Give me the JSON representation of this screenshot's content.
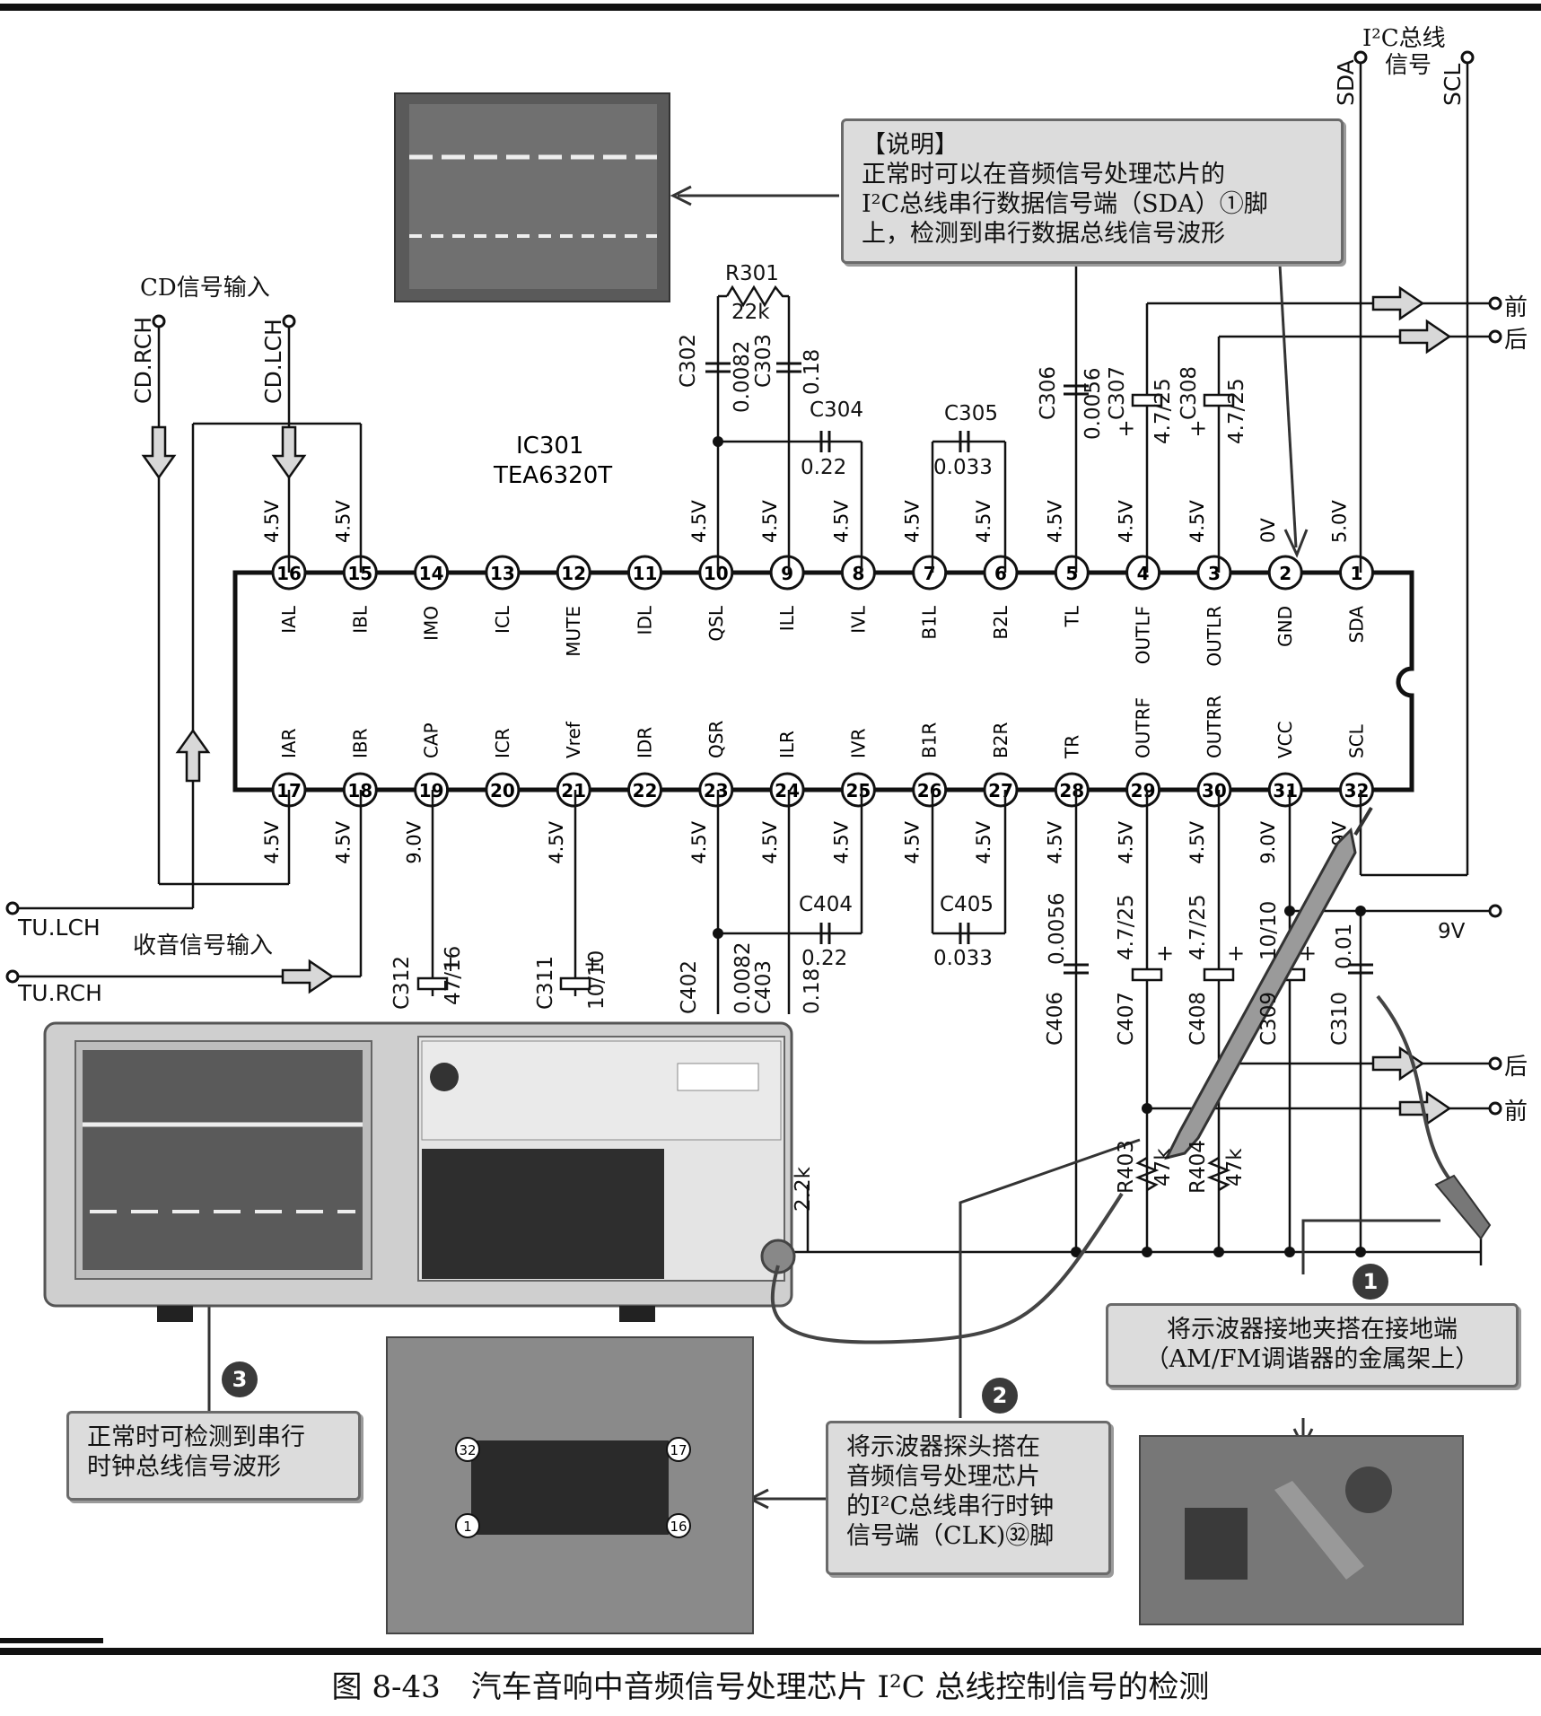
{
  "ic": {
    "name": "IC301",
    "part": "TEA6320T"
  },
  "top_pins": [
    {
      "num": "16",
      "name": "IAL",
      "v": "4.5V"
    },
    {
      "num": "15",
      "name": "IBL",
      "v": "4.5V"
    },
    {
      "num": "14",
      "name": "IMO",
      "v": ""
    },
    {
      "num": "13",
      "name": "ICL",
      "v": ""
    },
    {
      "num": "12",
      "name": "MUTE",
      "v": ""
    },
    {
      "num": "11",
      "name": "IDL",
      "v": ""
    },
    {
      "num": "10",
      "name": "QSL",
      "v": "4.5V"
    },
    {
      "num": "9",
      "name": "ILL",
      "v": "4.5V"
    },
    {
      "num": "8",
      "name": "IVL",
      "v": "4.5V"
    },
    {
      "num": "7",
      "name": "B1L",
      "v": "4.5V"
    },
    {
      "num": "6",
      "name": "B2L",
      "v": "4.5V"
    },
    {
      "num": "5",
      "name": "TL",
      "v": "4.5V"
    },
    {
      "num": "4",
      "name": "OUTLF",
      "v": "4.5V"
    },
    {
      "num": "3",
      "name": "OUTLR",
      "v": "4.5V"
    },
    {
      "num": "2",
      "name": "GND",
      "v": "0V"
    },
    {
      "num": "1",
      "name": "SDA",
      "v": "5.0V"
    }
  ],
  "bottom_pins": [
    {
      "num": "17",
      "name": "IAR",
      "v": "4.5V"
    },
    {
      "num": "18",
      "name": "IBR",
      "v": "4.5V"
    },
    {
      "num": "19",
      "name": "CAP",
      "v": "9.0V"
    },
    {
      "num": "20",
      "name": "ICR",
      "v": ""
    },
    {
      "num": "21",
      "name": "Vref",
      "v": "4.5V"
    },
    {
      "num": "22",
      "name": "IDR",
      "v": ""
    },
    {
      "num": "23",
      "name": "QSR",
      "v": "4.5V"
    },
    {
      "num": "24",
      "name": "ILR",
      "v": "4.5V"
    },
    {
      "num": "25",
      "name": "IVR",
      "v": "4.5V"
    },
    {
      "num": "26",
      "name": "B1R",
      "v": "4.5V"
    },
    {
      "num": "27",
      "name": "B2R",
      "v": "4.5V"
    },
    {
      "num": "28",
      "name": "TR",
      "v": "4.5V"
    },
    {
      "num": "29",
      "name": "OUTRF",
      "v": "4.5V"
    },
    {
      "num": "30",
      "name": "OUTRR",
      "v": "4.5V"
    },
    {
      "num": "31",
      "name": "VCC",
      "v": "9.0V"
    },
    {
      "num": "32",
      "name": "SCL",
      "v": "9V"
    }
  ],
  "components": {
    "r301": "R301",
    "r301_val": "22k",
    "c302": "C302",
    "c302_val": "0.0082",
    "c303": "C303",
    "c303_val": "0.18",
    "c304": "C304",
    "c304_val": "0.22",
    "c305": "C305",
    "c305_val": "0.033",
    "c306": "C306",
    "c306_val": "0.0056",
    "c307": "C307",
    "c307_val": "4.7/25",
    "c308": "C308",
    "c308_val": "4.7/25",
    "c404": "C404",
    "c404_val": "0.22",
    "c405": "C405",
    "c405_val": "0.033",
    "c406": "C406",
    "c406_val": "0.0056",
    "c407": "C407",
    "c407_val": "4.7/25",
    "c408": "C408",
    "c408_val": "4.7/25",
    "c309": "C309",
    "c309_val": "10/10",
    "c310": "C310",
    "c310_val": "0.01",
    "c311": "C311",
    "c311_val": "10/10",
    "c312": "C312",
    "c312_val": "47/16",
    "c402": "C402",
    "c402_val": "0.0082",
    "c403": "C403",
    "c403_val": "0.18",
    "r403": "R403",
    "r403_val": "47k",
    "r404": "R404",
    "r404_val": "47k",
    "r_2k2": "2.2k"
  },
  "signals": {
    "i2c_bus_line1": "I²C总线",
    "i2c_bus_line2": "信号",
    "sda": "SDA",
    "scl": "SCL",
    "cd_input": "CD信号输入",
    "cd_rch": "CD.RCH",
    "cd_lch": "CD.LCH",
    "tu_lch": "TU.LCH",
    "tu_rch": "TU.RCH",
    "tuner_input": "收音信号输入",
    "front": "前",
    "rear": "后",
    "v9": "9V"
  },
  "notes": {
    "explain": [
      "【说明】",
      "正常时可以在音频信号处理芯片的",
      "I²C总线串行数据信号端（SDA）①脚",
      "上，检测到串行数据总线信号波形"
    ],
    "step1": [
      "将示波器接地夹搭在接地端",
      "（AM/FM调谐器的金属架上）"
    ],
    "step2": [
      "将示波器探头搭在",
      "音频信号处理芯片",
      "的I²C总线串行时钟",
      "信号端（CLK)㉜脚"
    ],
    "step3": [
      "正常时可检测到串行",
      "时钟总线信号波形"
    ]
  },
  "steps": {
    "s1": "1",
    "s2": "2",
    "s3": "3"
  },
  "board_pins": {
    "p32": "32",
    "p17": "17",
    "p1": "1",
    "p16": "16"
  },
  "caption": "图 8-43　汽车音响中音频信号处理芯片 I²C 总线控制信号的检测",
  "colors": {
    "line": "#111111",
    "panel": "#dcdcdc",
    "scope": "#cfcfcf",
    "screen": "#5a5a5a"
  }
}
